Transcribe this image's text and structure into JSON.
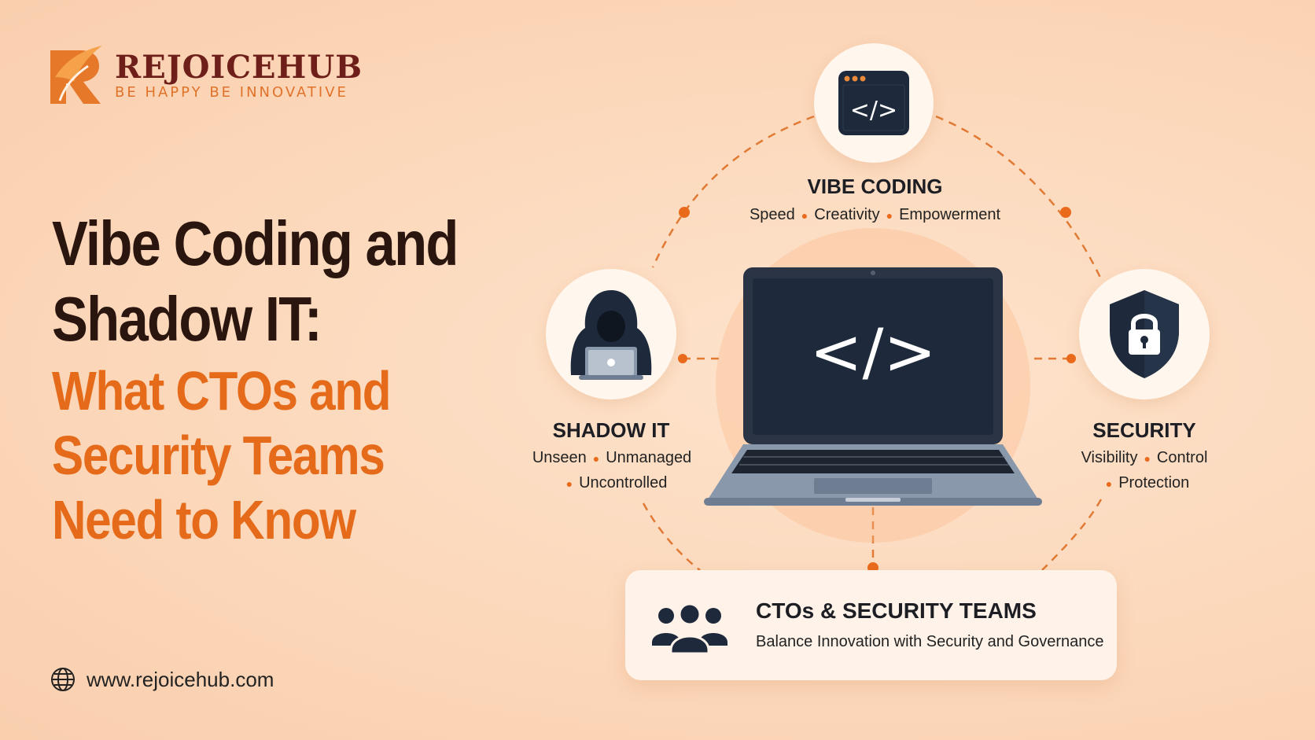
{
  "brand": {
    "name": "REJOICEHUB",
    "tagline": "BE HAPPY BE INNOVATIVE"
  },
  "headline": {
    "line1": "Vibe Coding and",
    "line2": "Shadow IT:",
    "line3": "What CTOs and",
    "line4": "Security Teams",
    "line5": "Need to Know"
  },
  "website": "www.rejoicehub.com",
  "nodes": {
    "vibe": {
      "title": "VIBE CODING",
      "items": [
        "Speed",
        "Creativity",
        "Empowerment"
      ]
    },
    "shadow": {
      "title": "SHADOW IT",
      "items": [
        "Unseen",
        "Unmanaged",
        "Uncontrolled"
      ]
    },
    "security": {
      "title": "SECURITY",
      "items": [
        "Visibility",
        "Control",
        "Protection"
      ]
    }
  },
  "cto": {
    "title": "CTOs & SECURITY TEAMS",
    "subtitle": "Balance Innovation with Security and Governance"
  },
  "colors": {
    "accent": "#e56b1b",
    "dark": "#1e2a3c",
    "background": "#fcd8bb"
  }
}
